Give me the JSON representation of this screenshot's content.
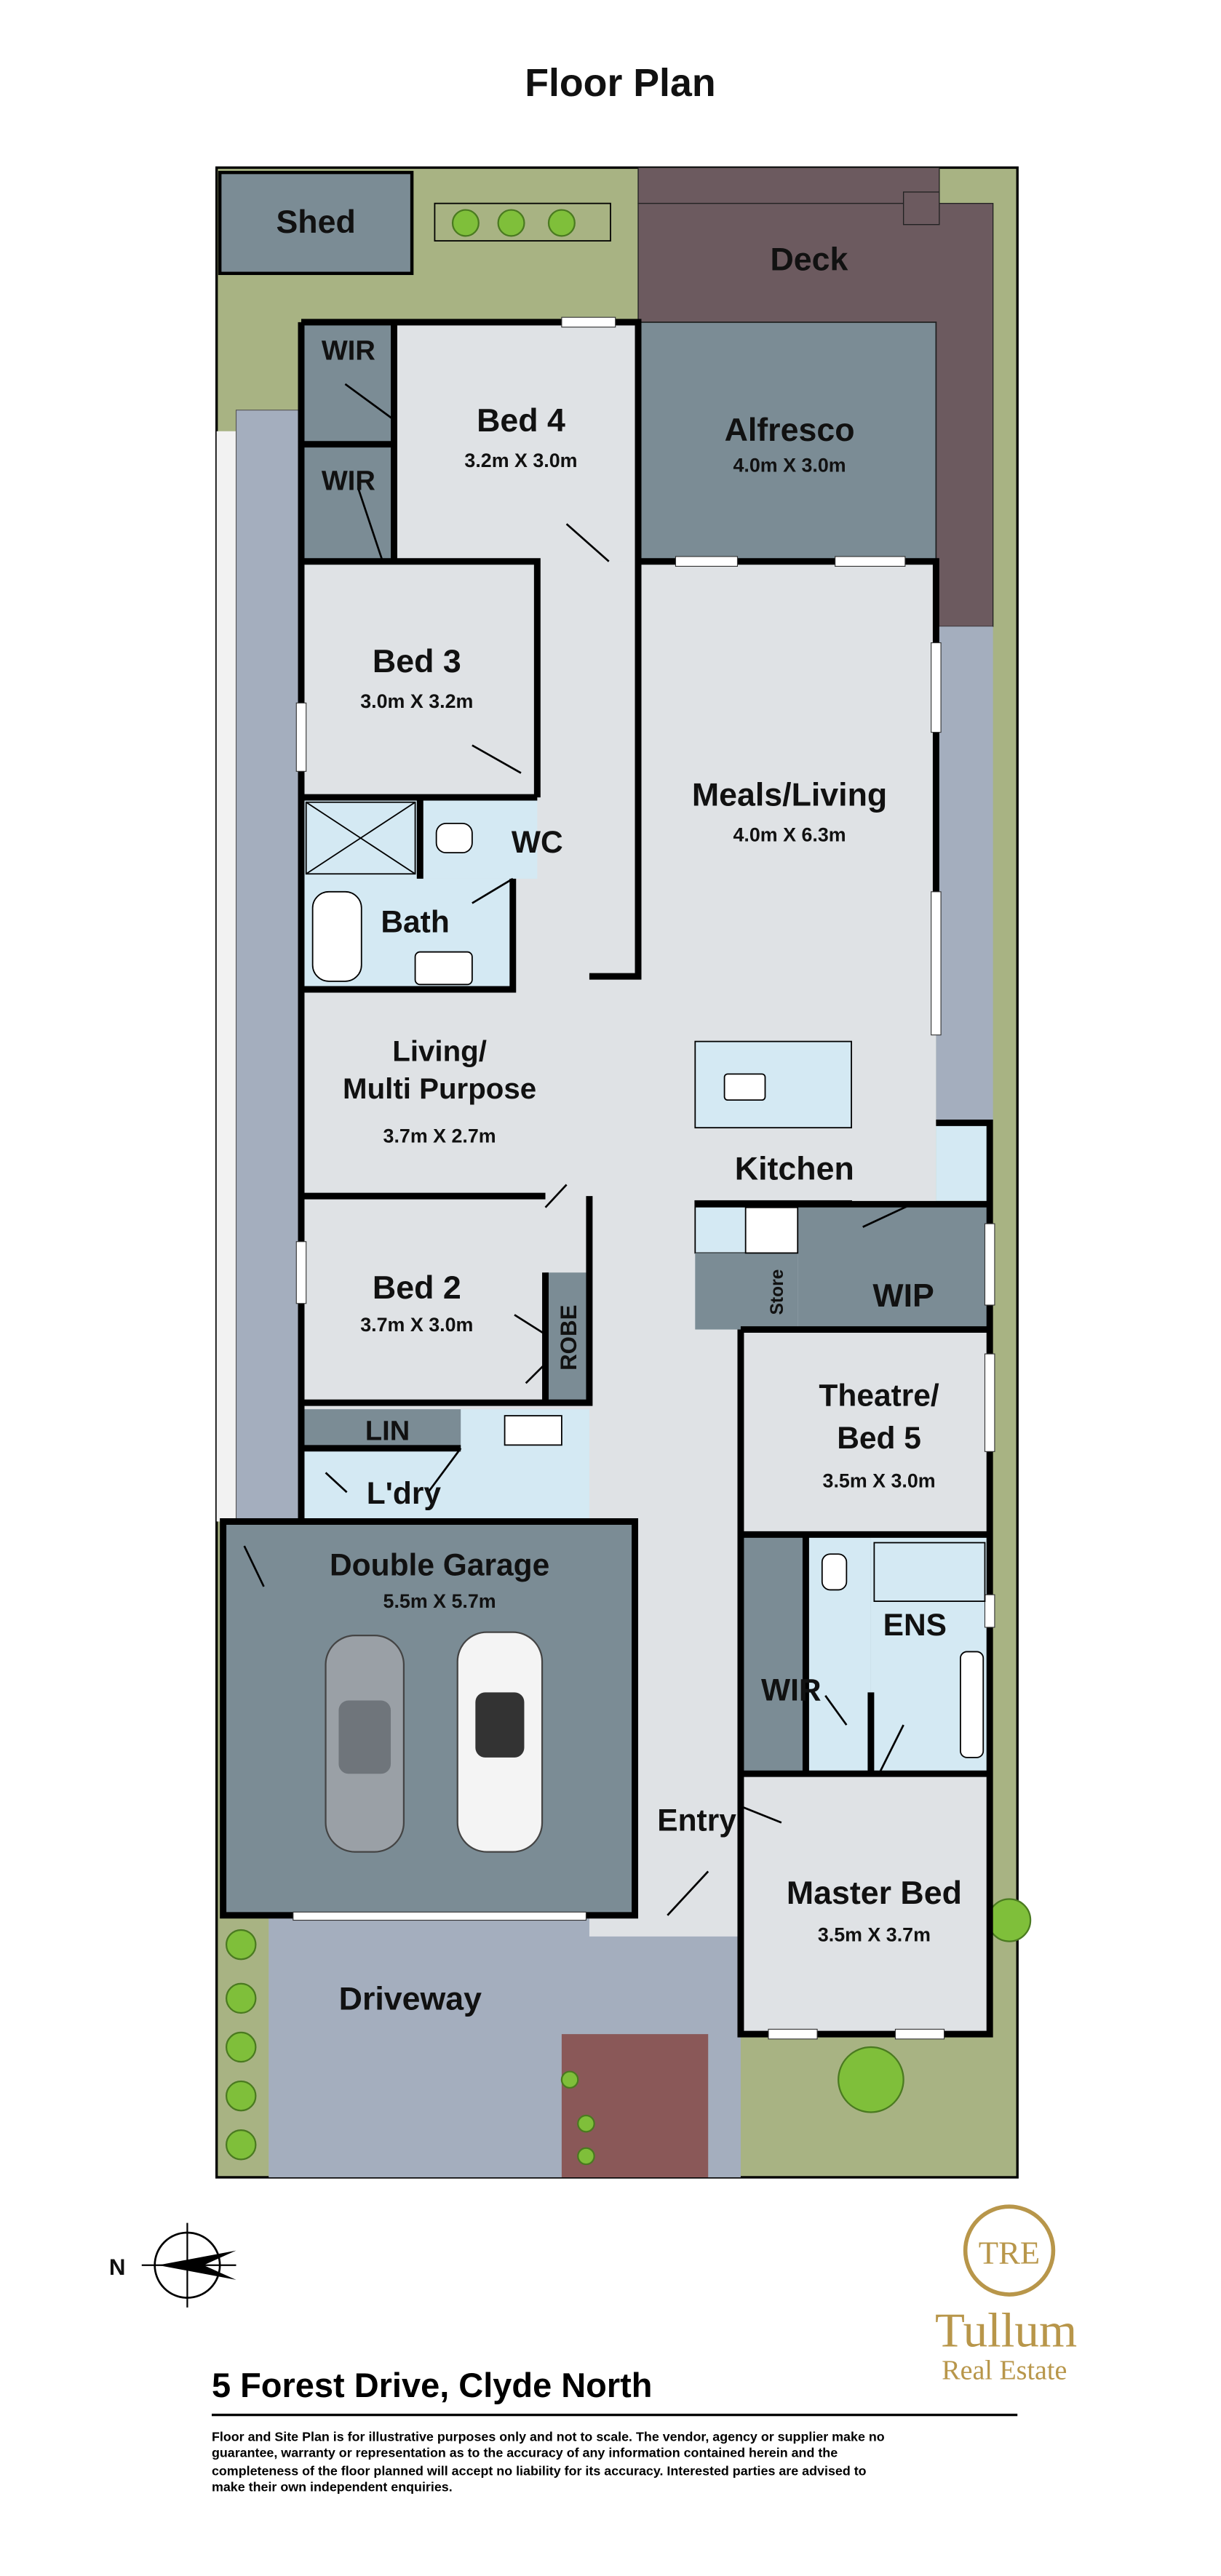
{
  "title": "Floor Plan",
  "address": "5 Forest Drive, Clyde North",
  "disclaimer": [
    "Floor and Site Plan is for illustrative purposes only and not to scale.  The vendor, agency or supplier make no",
    "guarantee, warranty or representation as to the accuracy of any information contained herein and the",
    "completeness of the floor planned will accept no liability for its accuracy.  Interested parties are advised to",
    "make their own independent enquiries."
  ],
  "logo": {
    "monogram": "TRE",
    "name": "Tullum",
    "tagline": "Real Estate",
    "color": "#b8964a"
  },
  "compass": {
    "label": "N",
    "icon": "north-arrow-icon"
  },
  "colors": {
    "grass": "#a8b383",
    "deck": "#6c5a5f",
    "outdoor": "#7b8c95",
    "floor": "#dfe2e5",
    "wet": "#d4e9f3",
    "path": "#a4aebe",
    "brick": "#8a5858"
  },
  "rooms": {
    "shed": {
      "name": "Shed"
    },
    "deck": {
      "name": "Deck"
    },
    "wir1": {
      "name": "WIR"
    },
    "wir2": {
      "name": "WIR"
    },
    "bed4": {
      "name": "Bed 4",
      "dims": "3.2m X 3.0m"
    },
    "alfresco": {
      "name": "Alfresco",
      "dims": "4.0m X 3.0m"
    },
    "bed3": {
      "name": "Bed 3",
      "dims": "3.0m X 3.2m"
    },
    "meals": {
      "name": "Meals/Living",
      "dims": "4.0m X 6.3m"
    },
    "wc": {
      "name": "WC"
    },
    "bath": {
      "name": "Bath"
    },
    "living": {
      "name_line1": "Living/",
      "name_line2": "Multi Purpose",
      "dims": "3.7m X 2.7m"
    },
    "kitchen": {
      "name": "Kitchen"
    },
    "bed2": {
      "name": "Bed 2",
      "dims": "3.7m X 3.0m"
    },
    "robe": {
      "name": "ROBE"
    },
    "store": {
      "name": "Store"
    },
    "wip": {
      "name": "WIP"
    },
    "theatre": {
      "name_line1": "Theatre/",
      "name_line2": "Bed 5",
      "dims": "3.5m X 3.0m"
    },
    "lin": {
      "name": "LIN"
    },
    "laundry": {
      "name": "L'dry"
    },
    "garage": {
      "name": "Double Garage",
      "dims": "5.5m X 5.7m"
    },
    "ens": {
      "name": "ENS"
    },
    "wir3": {
      "name": "WIR"
    },
    "entry": {
      "name": "Entry"
    },
    "master": {
      "name": "Master Bed",
      "dims": "3.5m X 3.7m"
    },
    "driveway": {
      "name": "Driveway"
    }
  }
}
